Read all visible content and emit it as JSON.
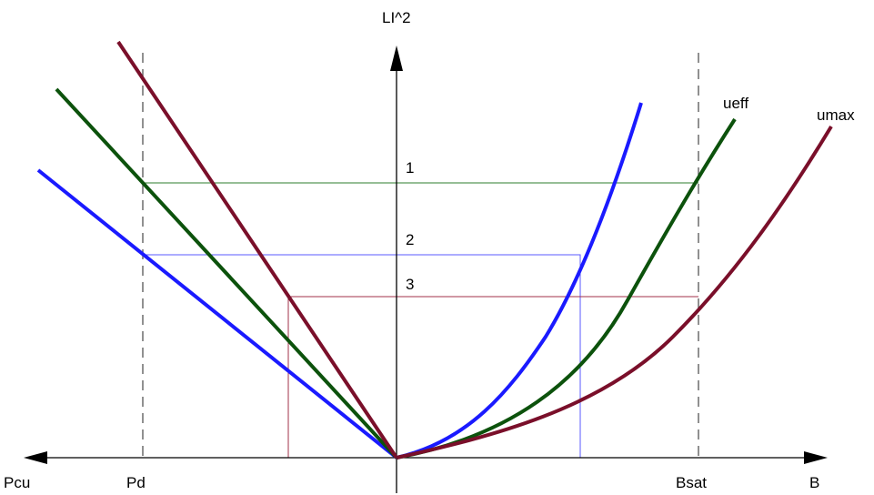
{
  "diagram": {
    "axis_labels": {
      "y": "LI^2",
      "x_right": "B",
      "x_left": "Pcu"
    },
    "marker_labels": {
      "pd": "Pd",
      "bsat": "Bsat"
    },
    "curve_labels": {
      "ueff": "ueff",
      "umax": "umax"
    },
    "level_labels": [
      "1",
      "2",
      "3"
    ],
    "colors": {
      "axis": "#000000",
      "dashed_marker": "#555555",
      "blue": "#1a1aff",
      "green": "#0c520c",
      "maroon": "#7a0f2a",
      "green_thin": "#2e7d2e",
      "blue_thin": "#5a5aff",
      "maroon_thin": "#a03048"
    }
  }
}
